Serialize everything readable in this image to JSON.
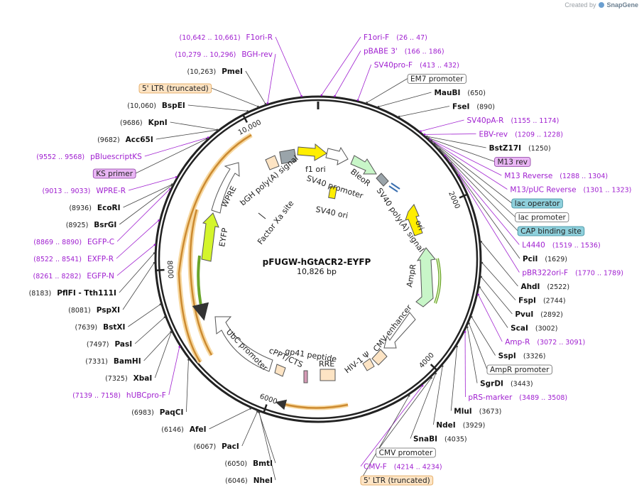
{
  "credit": {
    "prefix": "Created by",
    "brand": "SnapGene"
  },
  "plasmid": {
    "name": "pFUGW-hGtACR2-EYFP",
    "size_label": "10,826 bp",
    "length": 10826
  },
  "colors": {
    "enzyme": "#111111",
    "primer": "#a020d0",
    "number": "#222222",
    "promoter_fill": "#ffffff",
    "ltr_fill": "#fde4c4",
    "ltr_stroke": "#e0a050",
    "primer_box": "#e9b6f4",
    "operator_fill": "#8fd0dc",
    "orange_arc": "#cc8a30",
    "orange_glow": "#f7d8a0",
    "green_arc": "#6aa52a",
    "yfp": "#d4f52c",
    "ori": "#ffee00",
    "ampr": "#c8f6c8",
    "bleo": "#c8f6c8",
    "promoter_gray": "#9aa4aa"
  },
  "ticks": [
    {
      "pos": 2000,
      "label": "2000"
    },
    {
      "pos": 4000,
      "label": "4000"
    },
    {
      "pos": 6000,
      "label": "6000"
    },
    {
      "pos": 8000,
      "label": "8000"
    },
    {
      "pos": 10000,
      "label": "10,000"
    }
  ],
  "labels": [
    {
      "type": "primer",
      "name": "F1ori-R",
      "coords": "(10,642 .. 10,661)",
      "pos": 10651
    },
    {
      "type": "primer",
      "name": "F1ori-F",
      "coords": "(26 .. 47)",
      "pos": 36
    },
    {
      "type": "primer",
      "name": "pBABE 3'",
      "coords": "(166 .. 186)",
      "pos": 176
    },
    {
      "type": "primer",
      "name": "BGH-rev",
      "coords": "(10,279 .. 10,296)",
      "pos": 10287
    },
    {
      "type": "primer",
      "name": "SV40pro-F",
      "coords": "(413 .. 432)",
      "pos": 422
    },
    {
      "type": "enzyme",
      "name": "PmeI",
      "coords": "(10,263)",
      "pos": 10263
    },
    {
      "type": "ltr",
      "name": "5' LTR (truncated)",
      "coords": "",
      "pos": 10180
    },
    {
      "type": "promoter",
      "name": "EM7 promoter",
      "coords": "",
      "pos": 520
    },
    {
      "type": "enzyme",
      "name": "MauBI",
      "coords": "(650)",
      "pos": 650
    },
    {
      "type": "enzyme",
      "name": "BspEI",
      "coords": "(10,060)",
      "pos": 10060
    },
    {
      "type": "enzyme",
      "name": "FseI",
      "coords": "(890)",
      "pos": 890
    },
    {
      "type": "enzyme",
      "name": "KpnI",
      "coords": "(9686)",
      "pos": 9686
    },
    {
      "type": "enzyme",
      "name": "Acc65I",
      "coords": "(9682)",
      "pos": 9682
    },
    {
      "type": "primer",
      "name": "SV40pA-R",
      "coords": "(1155 .. 1174)",
      "pos": 1164
    },
    {
      "type": "primer",
      "name": "EBV-rev",
      "coords": "(1209 .. 1228)",
      "pos": 1218
    },
    {
      "type": "primer",
      "name": "pBluescriptKS",
      "coords": "(9552 .. 9568)",
      "pos": 9560
    },
    {
      "type": "enzyme",
      "name": "BstZ17I",
      "coords": "(1250)",
      "pos": 1250
    },
    {
      "type": "primer_box",
      "name": "KS primer",
      "coords": "",
      "pos": 9540
    },
    {
      "type": "primer_box",
      "name": "M13 rev",
      "coords": "",
      "pos": 1275
    },
    {
      "type": "primer",
      "name": "M13 Reverse",
      "coords": "(1288 .. 1304)",
      "pos": 1296
    },
    {
      "type": "primer",
      "name": "WPRE-R",
      "coords": "(9013 .. 9033)",
      "pos": 9023
    },
    {
      "type": "operator",
      "name": "lac operator",
      "coords": "",
      "pos": 1315
    },
    {
      "type": "enzyme",
      "name": "EcoRI",
      "coords": "(8936)",
      "pos": 8936
    },
    {
      "type": "enzyme",
      "name": "BsrGI",
      "coords": "(8925)",
      "pos": 8925
    },
    {
      "type": "primer",
      "name": "M13/pUC Reverse",
      "coords": "(1301 .. 1323)",
      "pos": 1312
    },
    {
      "type": "primer",
      "name": "EGFP-C",
      "coords": "(8869 .. 8890)",
      "pos": 8880
    },
    {
      "type": "promoter",
      "name": "lac promoter",
      "coords": "",
      "pos": 1360
    },
    {
      "type": "operator",
      "name": "CAP binding site",
      "coords": "",
      "pos": 1440
    },
    {
      "type": "primer",
      "name": "EXFP-R",
      "coords": "(8522 .. 8541)",
      "pos": 8531
    },
    {
      "type": "primer",
      "name": "L4440",
      "coords": "(1519 .. 1536)",
      "pos": 1527
    },
    {
      "type": "enzyme",
      "name": "PciI",
      "coords": "(1629)",
      "pos": 1629
    },
    {
      "type": "primer",
      "name": "pBR322ori-F",
      "coords": "(1770 .. 1789)",
      "pos": 1779
    },
    {
      "type": "primer",
      "name": "EGFP-N",
      "coords": "(8261 .. 8282)",
      "pos": 8271
    },
    {
      "type": "enzyme",
      "name": "AhdI",
      "coords": "(2522)",
      "pos": 2522
    },
    {
      "type": "enzyme",
      "name": "PflFI - Tth111I",
      "coords": "(8183)",
      "pos": 8183
    },
    {
      "type": "enzyme",
      "name": "FspI",
      "coords": "(2744)",
      "pos": 2744
    },
    {
      "type": "enzyme",
      "name": "PspXI",
      "coords": "(8081)",
      "pos": 8081
    },
    {
      "type": "enzyme",
      "name": "PvuI",
      "coords": "(2892)",
      "pos": 2892
    },
    {
      "type": "enzyme",
      "name": "ScaI",
      "coords": "(3002)",
      "pos": 3002
    },
    {
      "type": "primer",
      "name": "Amp-R",
      "coords": "(3072 .. 3091)",
      "pos": 3081
    },
    {
      "type": "enzyme",
      "name": "BstXI",
      "coords": "(7639)",
      "pos": 7639
    },
    {
      "type": "enzyme",
      "name": "SspI",
      "coords": "(3326)",
      "pos": 3326
    },
    {
      "type": "enzyme",
      "name": "PasI",
      "coords": "(7497)",
      "pos": 7497
    },
    {
      "type": "promoter",
      "name": "AmpR promoter",
      "coords": "",
      "pos": 3400
    },
    {
      "type": "enzyme",
      "name": "BamHI",
      "coords": "(7331)",
      "pos": 7331
    },
    {
      "type": "enzyme",
      "name": "SgrDI",
      "coords": "(3443)",
      "pos": 3443
    },
    {
      "type": "enzyme",
      "name": "XbaI",
      "coords": "(7325)",
      "pos": 7325
    },
    {
      "type": "primer",
      "name": "pRS-marker",
      "coords": "(3489 .. 3508)",
      "pos": 3498
    },
    {
      "type": "primer",
      "name": "hUBCpro-F",
      "coords": "(7139 .. 7158)",
      "pos": 7148
    },
    {
      "type": "enzyme",
      "name": "MluI",
      "coords": "(3673)",
      "pos": 3673
    },
    {
      "type": "enzyme",
      "name": "PaqCI",
      "coords": "(6983)",
      "pos": 6983
    },
    {
      "type": "enzyme",
      "name": "NdeI",
      "coords": "(3929)",
      "pos": 3929
    },
    {
      "type": "enzyme",
      "name": "SnaBI",
      "coords": "(4035)",
      "pos": 4035
    },
    {
      "type": "promoter",
      "name": "CMV promoter",
      "coords": "",
      "pos": 4100
    },
    {
      "type": "primer",
      "name": "CMV-F",
      "coords": "(4214 .. 4234)",
      "pos": 4224
    },
    {
      "type": "ltr",
      "name": "5' LTR (truncated)",
      "coords": "",
      "pos": 4400
    },
    {
      "type": "enzyme",
      "name": "AfeI",
      "coords": "(6146)",
      "pos": 6146
    },
    {
      "type": "enzyme",
      "name": "PacI",
      "coords": "(6067)",
      "pos": 6067
    },
    {
      "type": "enzyme",
      "name": "BmtI",
      "coords": "(6050)",
      "pos": 6050
    },
    {
      "type": "enzyme",
      "name": "NheI",
      "coords": "(6046)",
      "pos": 6046
    }
  ],
  "features": [
    {
      "name": "f1 ori"
    },
    {
      "name": "SV40 promoter"
    },
    {
      "name": "BleoR"
    },
    {
      "name": "SV40 poly(A) signal"
    },
    {
      "name": "ori"
    },
    {
      "name": "AmpR"
    },
    {
      "name": "CMV enhancer"
    },
    {
      "name": "HIV-1 Ψ"
    },
    {
      "name": "RRE"
    },
    {
      "name": "gp41 peptide"
    },
    {
      "name": "cPPT/CTS"
    },
    {
      "name": "UbC promoter"
    },
    {
      "name": "EYFP"
    },
    {
      "name": "WPRE"
    },
    {
      "name": "bGH poly(A) signal"
    },
    {
      "name": "SV40 ori"
    },
    {
      "name": "Factor Xa site"
    }
  ]
}
